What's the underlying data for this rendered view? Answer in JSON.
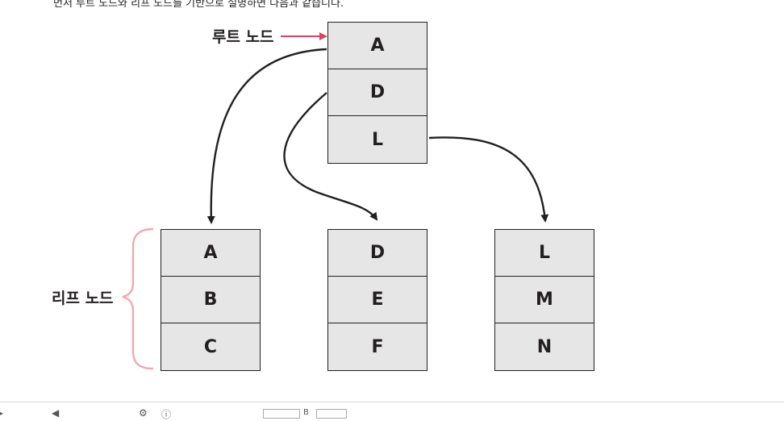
{
  "intro_text": "먼저 루트 노드와 리프 노드를 기반으로 설명하면 다음과 같습니다.",
  "labels": {
    "root": "루트 노드",
    "leaf": "리프 노드"
  },
  "root_node": {
    "keys": [
      "A",
      "D",
      "L"
    ]
  },
  "leaf_nodes": [
    {
      "keys": [
        "A",
        "B",
        "C"
      ]
    },
    {
      "keys": [
        "D",
        "E",
        "F"
      ]
    },
    {
      "keys": [
        "L",
        "M",
        "N"
      ]
    }
  ],
  "colors": {
    "line": "#231f20",
    "node_fill": "#e6e6e6",
    "root_arrow": "#d6436b",
    "leaf_brace": "#f2a7b3"
  },
  "footer": {
    "page_suffix": "B"
  }
}
